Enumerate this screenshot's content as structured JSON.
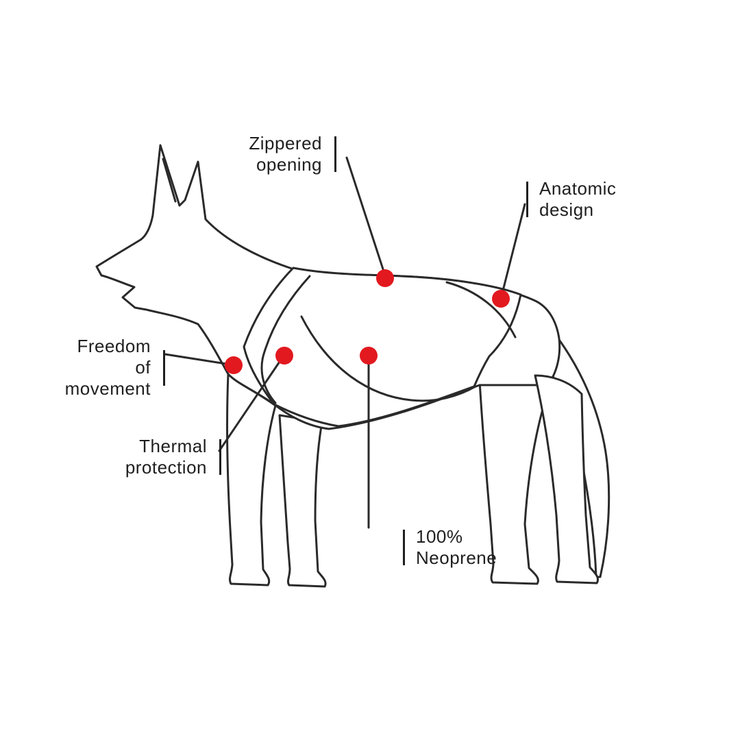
{
  "colors": {
    "accent": "#e2191f",
    "line": "#2a2a2a",
    "text": "#1f1f1f"
  },
  "labels": {
    "zippered_opening": "Zippered\nopening",
    "anatomic_design": "Anatomic\ndesign",
    "freedom_of_movement": "Freedom of\nmovement",
    "thermal_protection": "Thermal\nprotection",
    "neoprene": "100%\nNeoprene"
  }
}
